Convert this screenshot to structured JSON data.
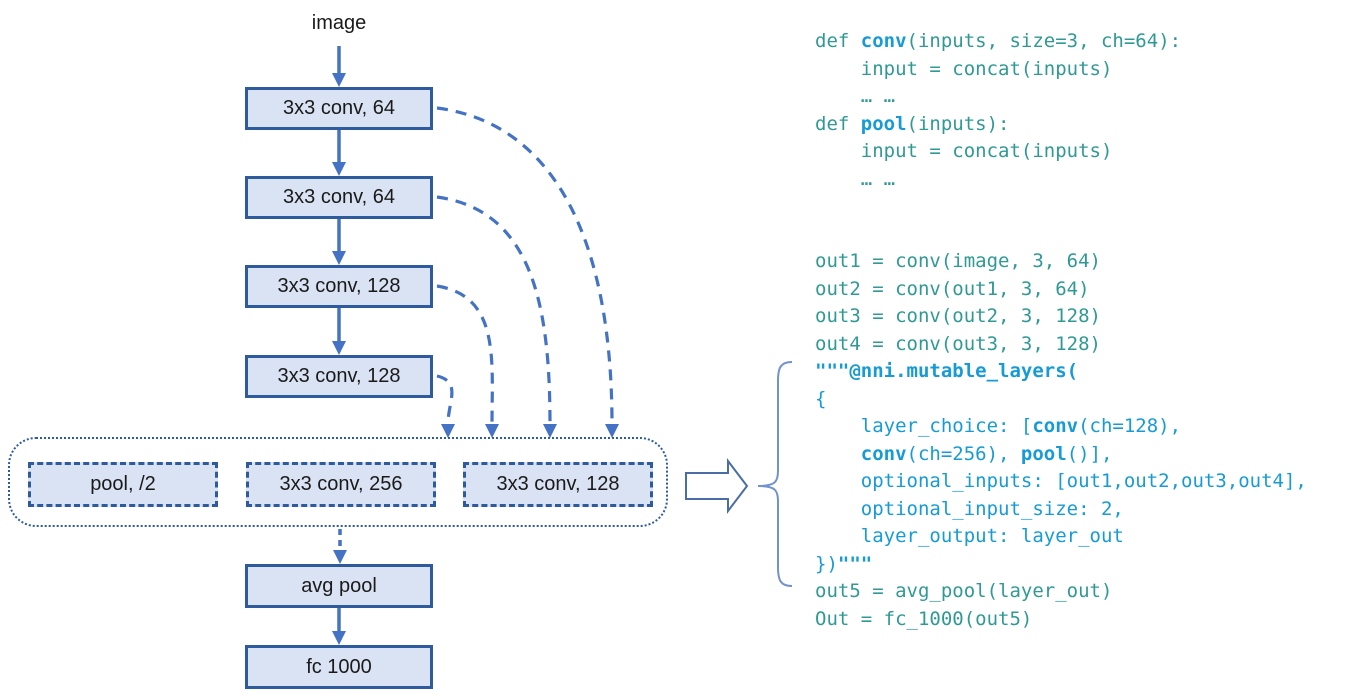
{
  "diagram": {
    "input_label": "image",
    "conv_layers": [
      "3x3 conv, 64",
      "3x3 conv, 64",
      "3x3 conv, 128",
      "3x3 conv, 128"
    ],
    "mutable_block_choices": [
      "pool, /2",
      "3x3 conv, 256",
      "3x3 conv, 128"
    ],
    "tail_layers": [
      "avg pool",
      "fc 1000"
    ],
    "colors": {
      "box_fill": "#dae3f3",
      "box_border": "#2e5b9e",
      "arrow": "#4472c4",
      "dashed_connector": "#4472c4",
      "container_border": "#2e5b9e",
      "block_arrow_outline": "#4a6da7",
      "brace": "#7291cf"
    }
  },
  "code": {
    "colors": {
      "teal": "#2f9a94",
      "blue": "#169bd7"
    },
    "lines": [
      [
        {
          "t": "def ",
          "c": "t"
        },
        {
          "t": "conv",
          "c": "b",
          "bold": true
        },
        {
          "t": "(inputs, size=3, ch=64):",
          "c": "t"
        }
      ],
      [
        {
          "t": "    input = concat(inputs)",
          "c": "t"
        }
      ],
      [
        {
          "t": "    … …",
          "c": "t"
        }
      ],
      [
        {
          "t": "def ",
          "c": "t"
        },
        {
          "t": "pool",
          "c": "b",
          "bold": true
        },
        {
          "t": "(inputs):",
          "c": "t"
        }
      ],
      [
        {
          "t": "    input = concat(inputs)",
          "c": "t"
        }
      ],
      [
        {
          "t": "    … …",
          "c": "t"
        }
      ],
      [],
      [],
      [
        {
          "t": "out1 = conv(image, 3, 64)",
          "c": "t"
        }
      ],
      [
        {
          "t": "out2 = conv(out1, 3, 64)",
          "c": "t"
        }
      ],
      [
        {
          "t": "out3 = conv(out2, 3, 128)",
          "c": "t"
        }
      ],
      [
        {
          "t": "out4 = conv(out3, 3, 128)",
          "c": "t"
        }
      ],
      [
        {
          "t": "\"\"\"@nni.mutable_layers(",
          "c": "b",
          "bold": true
        }
      ],
      [
        {
          "t": "{",
          "c": "b"
        }
      ],
      [
        {
          "t": "    layer_choice: [",
          "c": "b"
        },
        {
          "t": "conv",
          "c": "b",
          "bold": true
        },
        {
          "t": "(ch=128),",
          "c": "b"
        }
      ],
      [
        {
          "t": "    ",
          "c": "b"
        },
        {
          "t": "conv",
          "c": "b",
          "bold": true
        },
        {
          "t": "(ch=256), ",
          "c": "b"
        },
        {
          "t": "pool",
          "c": "b",
          "bold": true
        },
        {
          "t": "()],",
          "c": "b"
        }
      ],
      [
        {
          "t": "    optional_inputs: [out1,out2,out3,out4],",
          "c": "b"
        }
      ],
      [
        {
          "t": "    optional_input_size: 2,",
          "c": "b"
        }
      ],
      [
        {
          "t": "    layer_output: layer_out",
          "c": "b"
        }
      ],
      [
        {
          "t": "})",
          "c": "b"
        },
        {
          "t": "\"\"\"",
          "c": "b",
          "bold": true
        }
      ],
      [
        {
          "t": "out5 = avg_pool(layer_out)",
          "c": "t"
        }
      ],
      [
        {
          "t": "Out = fc_1000(out5)",
          "c": "t"
        }
      ]
    ]
  }
}
